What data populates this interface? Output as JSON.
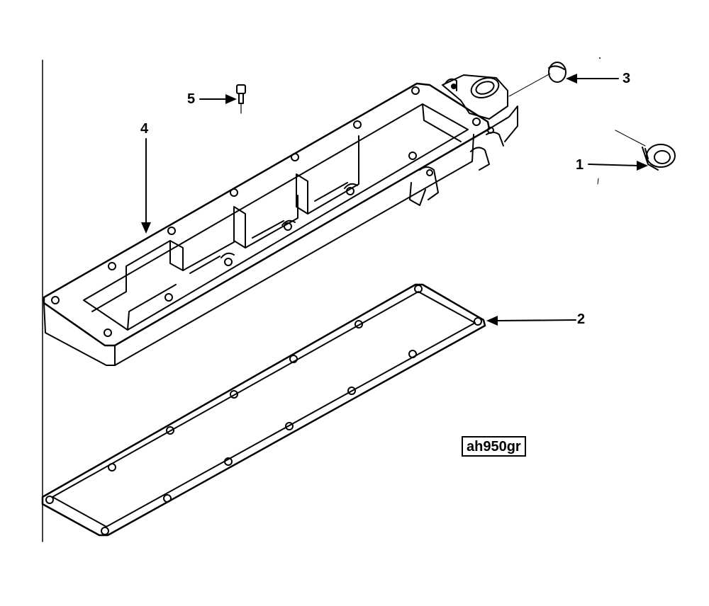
{
  "diagram": {
    "drawing_code": "ah950gr",
    "callouts": [
      {
        "id": "1",
        "label": "1"
      },
      {
        "id": "2",
        "label": "2"
      },
      {
        "id": "3",
        "label": "3"
      },
      {
        "id": "4",
        "label": "4"
      },
      {
        "id": "5",
        "label": "5"
      }
    ],
    "line_color": "#000000",
    "background": "#ffffff"
  }
}
